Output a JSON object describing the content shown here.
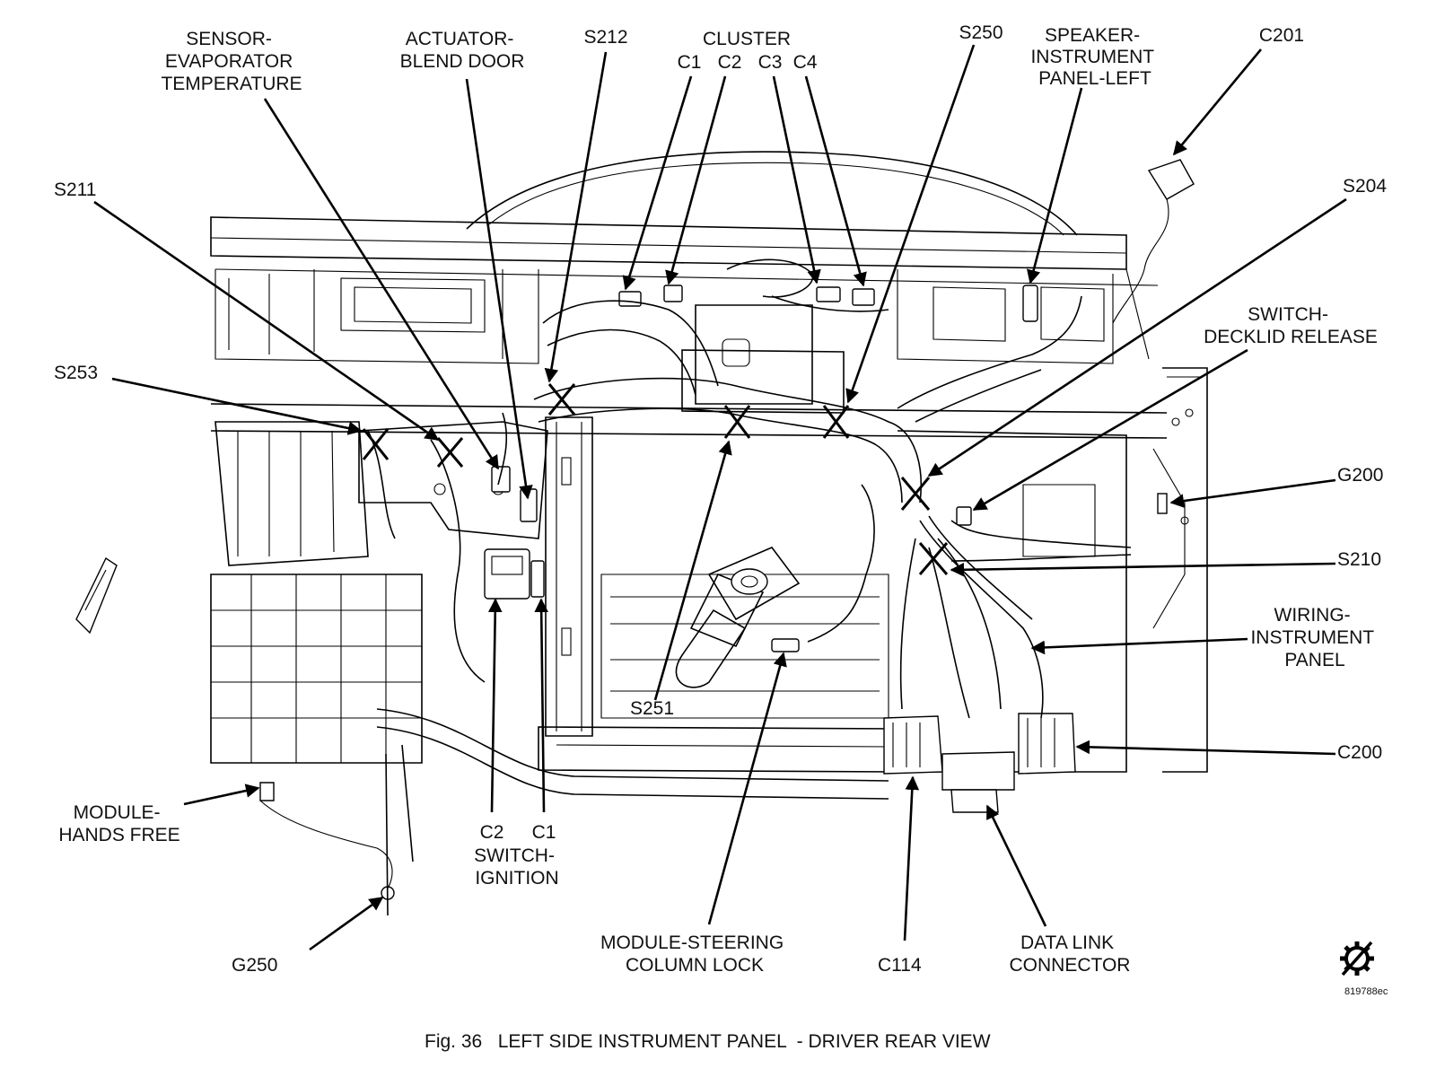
{
  "figure": {
    "caption": "Fig. 36   LEFT SIDE INSTRUMENT PANEL  - DRIVER REAR VIEW",
    "ref_code": "819788ec",
    "corner_icon": "gear-slash-icon"
  },
  "labels": {
    "sensor_evap": [
      "SENSOR-",
      "EVAPORATOR",
      "TEMPERATURE"
    ],
    "actuator": [
      "ACTUATOR-",
      "BLEND DOOR"
    ],
    "s212": "S212",
    "cluster": "CLUSTER",
    "cluster_c1": "C1",
    "cluster_c2": "C2",
    "cluster_c3": "C3",
    "cluster_c4": "C4",
    "s250": "S250",
    "speaker": [
      "SPEAKER-",
      "INSTRUMENT",
      "PANEL-LEFT"
    ],
    "c201": "C201",
    "s211": "S211",
    "s204": "S204",
    "switch_decklid": [
      "SWITCH-",
      "DECKLID RELEASE"
    ],
    "s253": "S253",
    "g200": "G200",
    "s210": "S210",
    "wiring_ip": [
      "WIRING-",
      "INSTRUMENT",
      "PANEL"
    ],
    "s251": "S251",
    "c200": "C200",
    "module_hands_free": [
      "MODULE-",
      "HANDS FREE"
    ],
    "ignition_c2": "C2",
    "ignition_c1": "C1",
    "switch_ignition": [
      "SWITCH-",
      "IGNITION"
    ],
    "g250": "G250",
    "module_steering": [
      "MODULE-STEERING",
      "COLUMN LOCK"
    ],
    "c114": "C114",
    "dlc": [
      "DATA LINK",
      "CONNECTOR"
    ]
  }
}
